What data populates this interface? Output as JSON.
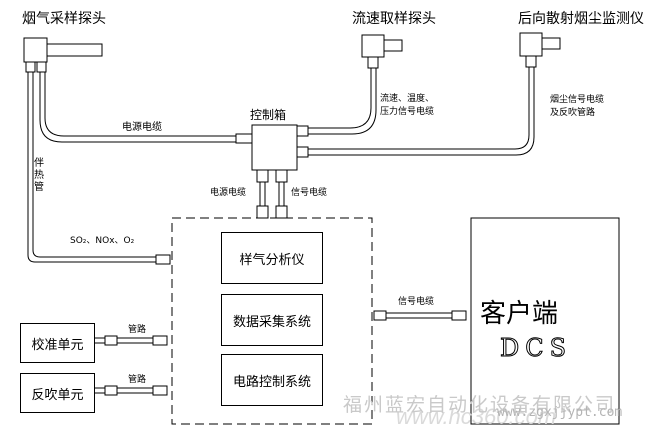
{
  "labels": {
    "flue_gas_probe": "烟气采样探头",
    "flow_probe": "流速取样探头",
    "dust_monitor": "后向散射烟尘监测仪",
    "power_cable_top": "电源电缆",
    "flow_signal_line1": "流速、温度、",
    "flow_signal_line2": "压力信号电缆",
    "dust_signal_line1": "烟尘信号电缆",
    "dust_signal_line2": "及反吹管路",
    "control_box": "控制箱",
    "heat_pipe": "伴热管",
    "gases": "SO₂、NOx、O₂",
    "power_cable_lower": "电源电缆",
    "signal_cable_lower": "信号电缆",
    "signal_cable_dcs": "信号电缆",
    "pipe_calib": "管路",
    "pipe_blowback": "管路"
  },
  "units": {
    "analyzer": "样气分析仪",
    "daq": "数据采集系统",
    "circuit": "电路控制系统",
    "calibration": "校准单元",
    "blowback": "反吹单元"
  },
  "client": {
    "title": "客户端",
    "subtitle": "DCS"
  },
  "watermark": {
    "company": "福州蓝宏自动化设备有限公司",
    "url": "www.zgxjjypt.com",
    "site": "www.hc360.com"
  }
}
